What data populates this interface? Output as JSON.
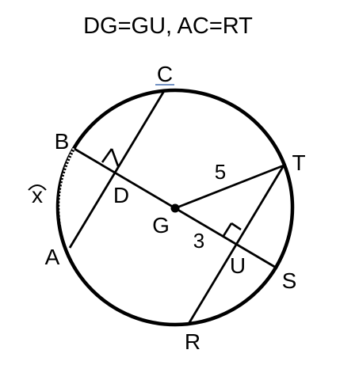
{
  "title": "DG=GU,  AC=RT",
  "points": {
    "A": "A",
    "B": "B",
    "C": "C",
    "D": "D",
    "G": "G",
    "R": "R",
    "S": "S",
    "T": "T",
    "U": "U"
  },
  "segment_labels": {
    "GT": "5",
    "GU": "3"
  },
  "arc_label": "x",
  "colors": {
    "stroke": "#000000",
    "background": "#ffffff"
  }
}
